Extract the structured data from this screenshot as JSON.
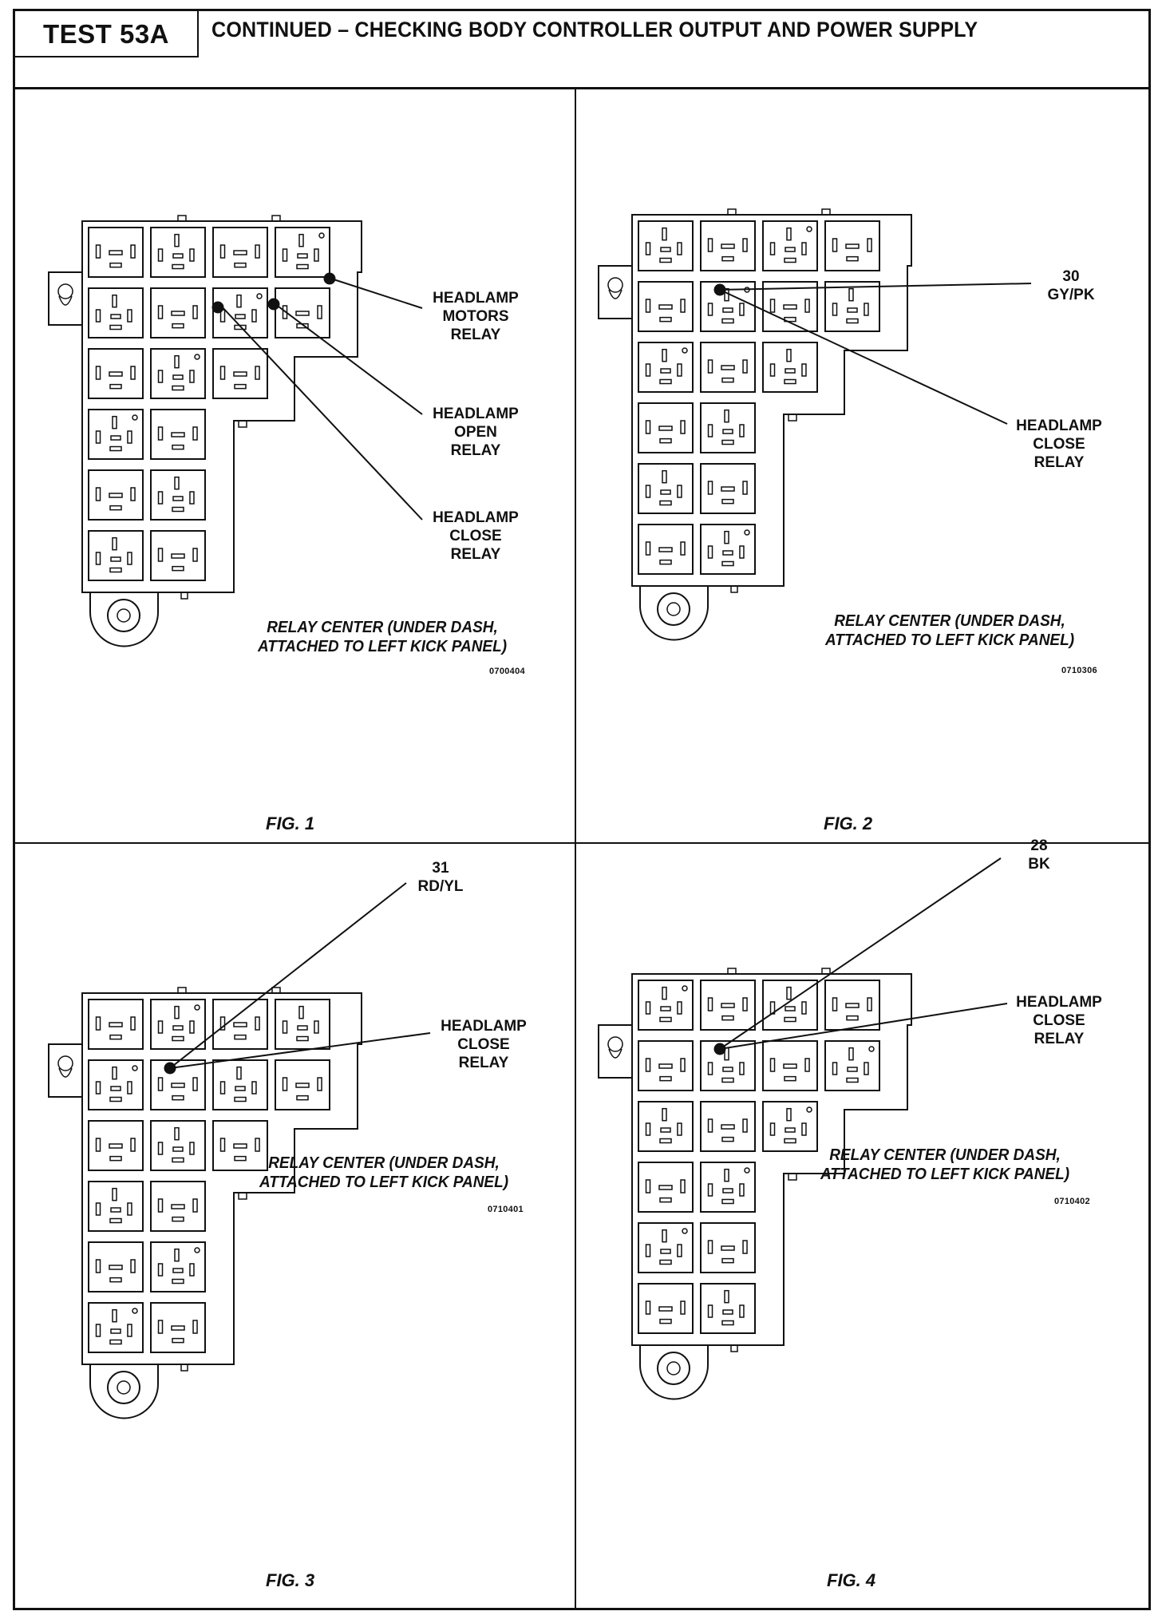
{
  "header": {
    "test_id": "TEST 53A",
    "title": "CONTINUED – CHECKING BODY CONTROLLER OUTPUT AND POWER SUPPLY"
  },
  "panels": [
    {
      "fig": "FIG. 1",
      "caption": "RELAY CENTER (UNDER DASH,\nATTACHED TO LEFT KICK PANEL)",
      "code": "0700404",
      "callouts": [
        "HEADLAMP\nMOTORS\nRELAY",
        "HEADLAMP\nOPEN\nRELAY",
        "HEADLAMP\nCLOSE\nRELAY"
      ]
    },
    {
      "fig": "FIG. 2",
      "caption": "RELAY CENTER (UNDER DASH,\nATTACHED TO LEFT KICK PANEL)",
      "code": "0710306",
      "callouts": [
        "30\nGY/PK",
        "HEADLAMP\nCLOSE\nRELAY"
      ]
    },
    {
      "fig": "FIG. 3",
      "caption": "RELAY CENTER (UNDER DASH,\nATTACHED TO LEFT KICK PANEL)",
      "code": "0710401",
      "callouts": [
        "31\nRD/YL",
        "HEADLAMP\nCLOSE\nRELAY"
      ]
    },
    {
      "fig": "FIG. 4",
      "caption": "RELAY CENTER (UNDER DASH,\nATTACHED TO LEFT KICK PANEL)",
      "code": "0710402",
      "callouts": [
        "28\nBK",
        "HEADLAMP\nCLOSE\nRELAY"
      ]
    }
  ]
}
